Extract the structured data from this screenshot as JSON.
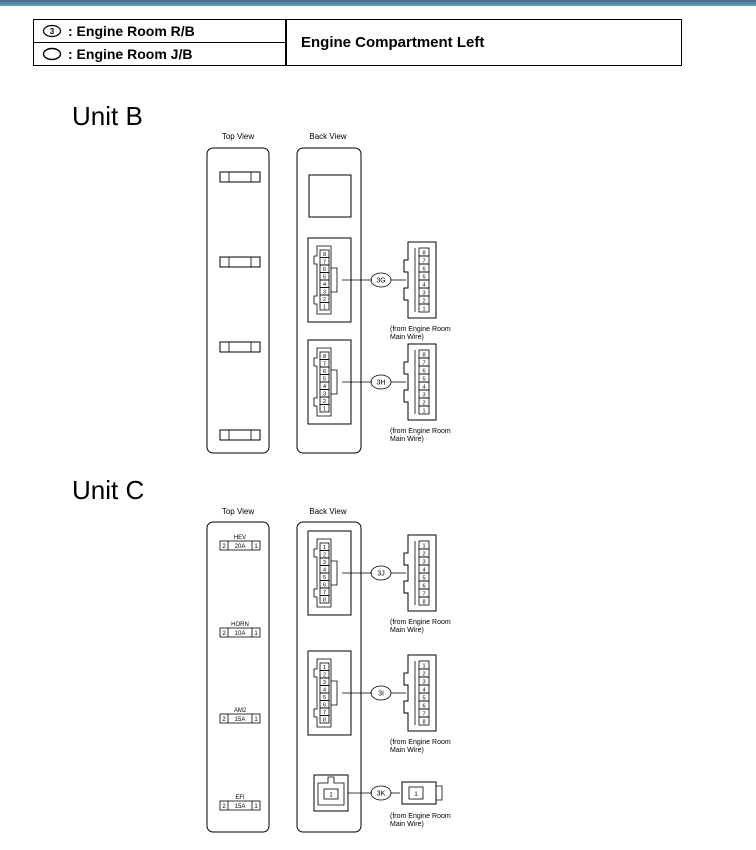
{
  "legend": {
    "rb_symbol": "3",
    "rb_label": ": Engine Room R/B",
    "jb_label": ": Engine Room J/B",
    "location": "Engine Compartment Left"
  },
  "unit_b": {
    "title": "Unit B",
    "top_view_label": "Top View",
    "back_view_label": "Back View",
    "connectors": [
      {
        "code": "3G",
        "pins": [
          "8",
          "7",
          "6",
          "5",
          "4",
          "3",
          "2",
          "1"
        ],
        "source_line1": "(from Engine Room",
        "source_line2": "Main Wire)"
      },
      {
        "code": "3H",
        "pins": [
          "8",
          "7",
          "6",
          "5",
          "4",
          "3",
          "2",
          "1"
        ],
        "source_line1": "(from Engine Room",
        "source_line2": "Main Wire)"
      }
    ]
  },
  "unit_c": {
    "title": "Unit C",
    "top_view_label": "Top View",
    "back_view_label": "Back View",
    "fuses": [
      {
        "name": "HEV",
        "rating": "20A",
        "left": "2",
        "right": "1"
      },
      {
        "name": "HORN",
        "rating": "10A",
        "left": "2",
        "right": "1"
      },
      {
        "name": "AM2",
        "rating": "15A",
        "left": "2",
        "right": "1"
      },
      {
        "name": "EFI",
        "rating": "15A",
        "left": "2",
        "right": "1"
      }
    ],
    "connectors": [
      {
        "code": "3J",
        "pins": [
          "1",
          "2",
          "3",
          "4",
          "5",
          "6",
          "7",
          "8"
        ],
        "source_line1": "(from Engine Room",
        "source_line2": "Main Wire)"
      },
      {
        "code": "3I",
        "pins": [
          "1",
          "2",
          "3",
          "4",
          "5",
          "6",
          "7",
          "8"
        ],
        "source_line1": "(from Engine Room",
        "source_line2": "Main Wire)"
      },
      {
        "code": "3K",
        "pins": [
          "1"
        ],
        "source_line1": "(from Engine Room",
        "source_line2": "Main Wire)"
      }
    ]
  }
}
